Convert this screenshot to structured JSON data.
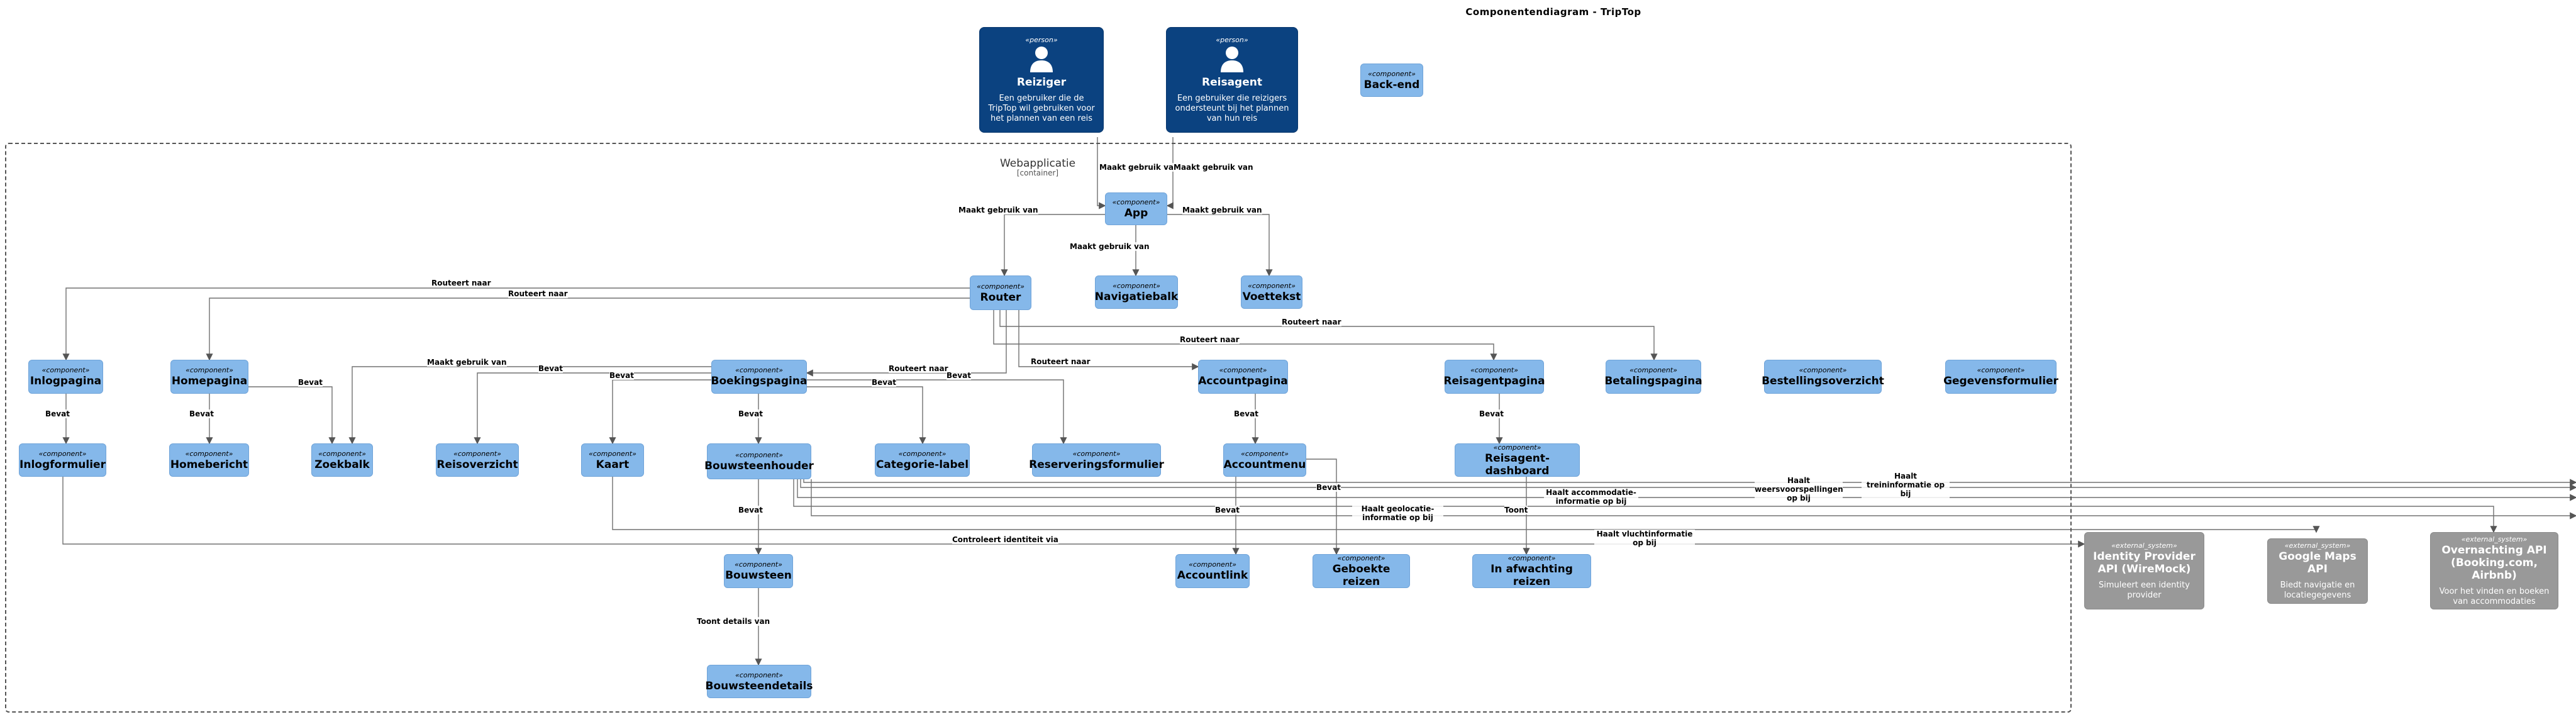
{
  "diagram": {
    "title": "Componentendiagram - TripTop",
    "boundary": {
      "name": "Webapplicatie",
      "type": "[container]"
    }
  },
  "persons": {
    "reiziger": {
      "stereotype": "«person»",
      "name": "Reiziger",
      "description": "Een gebruiker die de TripTop wil gebruiken voor het plannen van een reis"
    },
    "reisagent": {
      "stereotype": "«person»",
      "name": "Reisagent",
      "description": "Een gebruiker die reizigers ondersteunt bij het plannen van hun reis"
    }
  },
  "components": {
    "backend": {
      "stereotype": "«component»",
      "name": "Back-end"
    },
    "app": {
      "stereotype": "«component»",
      "name": "App"
    },
    "router": {
      "stereotype": "«component»",
      "name": "Router"
    },
    "navigatiebalk": {
      "stereotype": "«component»",
      "name": "Navigatiebalk"
    },
    "voettekst": {
      "stereotype": "«component»",
      "name": "Voettekst"
    },
    "inlogpagina": {
      "stereotype": "«component»",
      "name": "Inlogpagina"
    },
    "homepagina": {
      "stereotype": "«component»",
      "name": "Homepagina"
    },
    "boekingspagina": {
      "stereotype": "«component»",
      "name": "Boekingspagina"
    },
    "accountpagina": {
      "stereotype": "«component»",
      "name": "Accountpagina"
    },
    "reisagentpagina": {
      "stereotype": "«component»",
      "name": "Reisagentpagina"
    },
    "betalingspagina": {
      "stereotype": "«component»",
      "name": "Betalingspagina"
    },
    "bestellingsoverzicht": {
      "stereotype": "«component»",
      "name": "Bestellingsoverzicht"
    },
    "gegevensformulier": {
      "stereotype": "«component»",
      "name": "Gegevensformulier"
    },
    "inlogformulier": {
      "stereotype": "«component»",
      "name": "Inlogformulier"
    },
    "homebericht": {
      "stereotype": "«component»",
      "name": "Homebericht"
    },
    "zoekbalk": {
      "stereotype": "«component»",
      "name": "Zoekbalk"
    },
    "reisoverzicht": {
      "stereotype": "«component»",
      "name": "Reisoverzicht"
    },
    "kaart": {
      "stereotype": "«component»",
      "name": "Kaart"
    },
    "bouwsteenhouder": {
      "stereotype": "«component»",
      "name": "Bouwsteenhouder"
    },
    "categorielabel": {
      "stereotype": "«component»",
      "name": "Categorie-label"
    },
    "reserveringsformulier": {
      "stereotype": "«component»",
      "name": "Reserveringsformulier"
    },
    "accountmenu": {
      "stereotype": "«component»",
      "name": "Accountmenu"
    },
    "reisagentdashboard": {
      "stereotype": "«component»",
      "name": "Reisagent-dashboard"
    },
    "bouwsteen": {
      "stereotype": "«component»",
      "name": "Bouwsteen"
    },
    "accountlink": {
      "stereotype": "«component»",
      "name": "Accountlink"
    },
    "geboektereizen": {
      "stereotype": "«component»",
      "name": "Geboekte reizen"
    },
    "inafwachting": {
      "stereotype": "«component»",
      "name": "In afwachting reizen"
    },
    "bouwsteendetails": {
      "stereotype": "«component»",
      "name": "Bouwsteendetails"
    }
  },
  "external_systems": {
    "idp": {
      "stereotype": "«external_system»",
      "name": "Identity Provider API (WireMock)",
      "description": "Simuleert een identity provider"
    },
    "gmaps": {
      "stereotype": "«external_system»",
      "name": "Google Maps API",
      "description": "Biedt navigatie en locatiegegevens"
    },
    "overnachting": {
      "stereotype": "«external_system»",
      "name": "Overnachting API (Booking.com, Airbnb)",
      "description": "Voor het vinden en boeken van accommodaties"
    }
  },
  "edge_labels": {
    "reiziger_app": "Maakt gebruik van",
    "reisagent_app": "Maakt gebruik van",
    "app_router": "Maakt gebruik van",
    "app_navigatiebalk": "Maakt gebruik van",
    "app_voettekst": "Maakt gebruik van",
    "router_inlogpagina": "Routeert naar",
    "router_homepagina": "Routeert naar",
    "router_boekingspagina": "Routeert naar",
    "router_accountpagina": "Routeert naar",
    "router_reisagentpagina": "Routeert naar",
    "router_betalingspagina": "Routeert naar",
    "inlog_bevat": "Bevat",
    "home_bevat": "Bevat",
    "home_zoekbalk": "Bevat",
    "boeking_zoekbalk": "Maakt gebruik van",
    "boeking_reisoverzicht": "Bevat",
    "boeking_kaart": "Bevat",
    "boeking_categorie": "Bevat",
    "boeking_reservering": "Bevat",
    "boeking_houder": "Bevat",
    "account_bevat": "Bevat",
    "reisagent_bevat": "Bevat",
    "houder_bouwsteen": "Bevat",
    "accountmenu_link": "Bevat",
    "accountmenu_geboekt": "Bevat",
    "bouwsteen_details": "Toont details van",
    "inlog_idp": "Controleert identiteit via",
    "houder_weer": "Haalt weersvoorspellingen op bij",
    "houder_trein": "Haalt treininformatie op bij",
    "houder_accommodatie": "Haalt accommodatie-informatie op bij",
    "houder_geo": "Haalt geolocatie-informatie op bij",
    "kaart_toont": "Toont",
    "houder_vlucht": "Haalt vluchtinformatie op bij"
  }
}
